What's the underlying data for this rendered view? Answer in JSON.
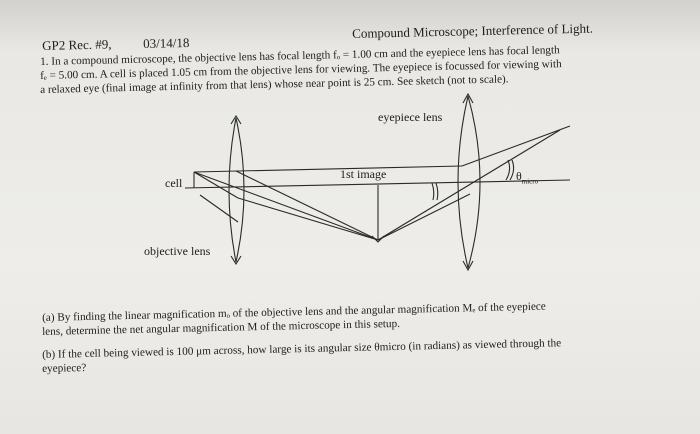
{
  "header": {
    "course": "GP2 Rec. #9,",
    "date": "03/14/18",
    "topic": "Compound Microscope; Interference of Light."
  },
  "problem": {
    "line1": "1. In a compound microscope, the objective lens has focal length fₒ = 1.00 cm and the eyepiece lens has focal length",
    "line2": "fₑ = 5.00 cm.  A cell is placed 1.05 cm from the objective lens for viewing.  The eyepiece is focussed for viewing with",
    "line3": "a relaxed eye (final image at infinity from that lens) whose near point is 25 cm.  See sketch (not to scale)."
  },
  "diagram": {
    "eyepiece_label": "eyepiece lens",
    "cell_label": "cell",
    "first_image_label": "1st image",
    "objective_label": "objective lens",
    "theta_label": "θ",
    "theta_sub": "micro"
  },
  "part_a": {
    "line1": "(a) By finding the linear magnification mₒ of the objective lens and the angular magnification Mₑ of the eyepiece",
    "line2": "lens, determine the net angular magnification M of the microscope in this setup."
  },
  "part_b": {
    "line1": "(b) If the cell being viewed is 100 μm across, how large is its angular size θmicro (in radians) as viewed through the",
    "line2": "eyepiece?"
  }
}
